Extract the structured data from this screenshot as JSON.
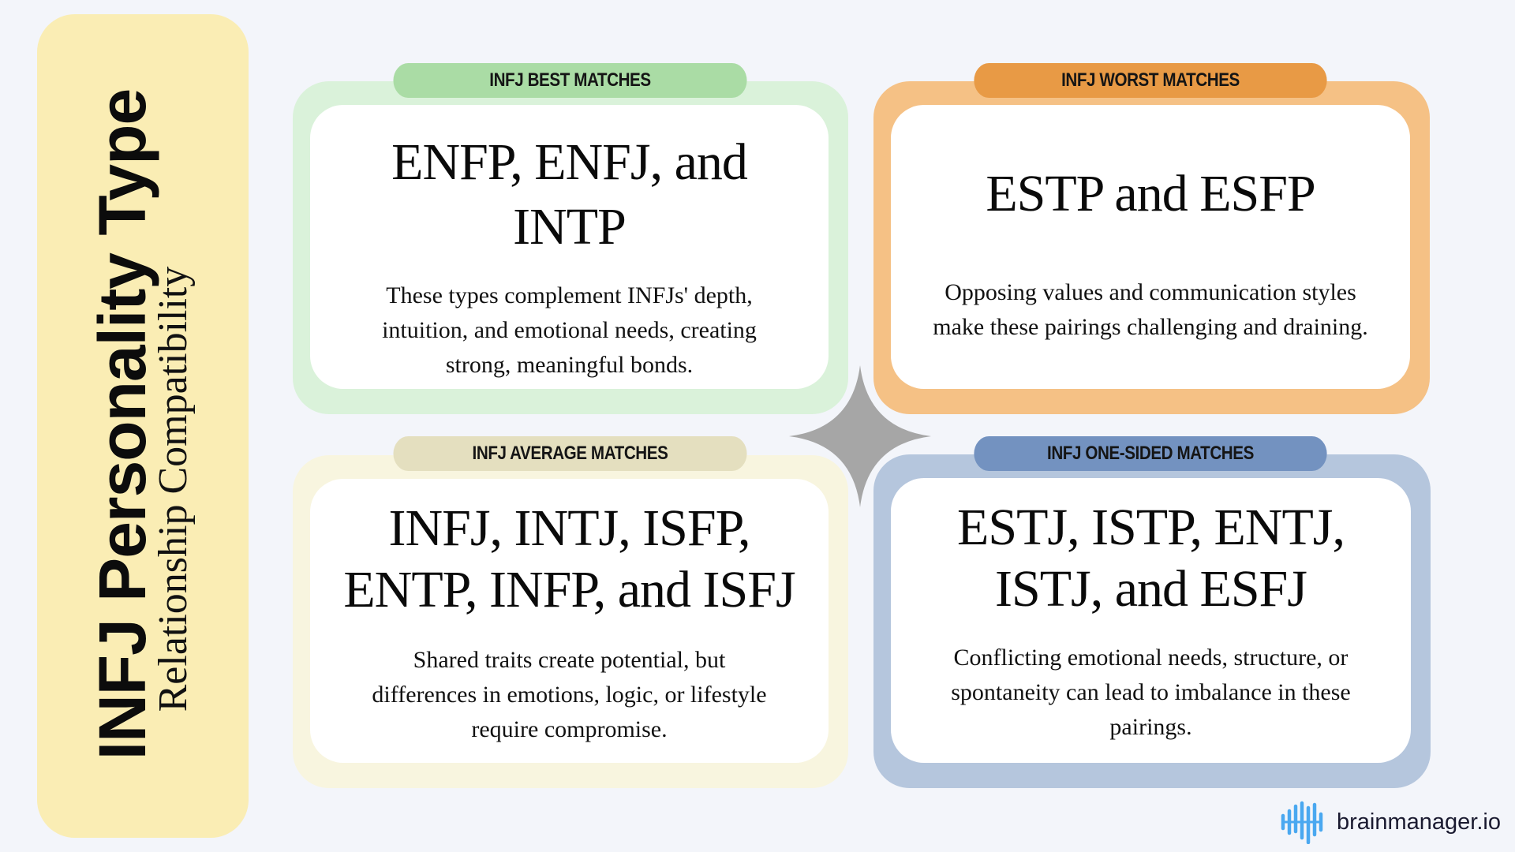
{
  "sidebar": {
    "title": "INFJ Personality Type",
    "subtitle": "Relationship Compatibility"
  },
  "cards": [
    {
      "id": "best",
      "label": "INFJ BEST MATCHES",
      "heading": "ENFP, ENFJ, and INTP",
      "body": "These types complement INFJs' depth, intuition, and emotional needs, creating strong, meaningful bonds.",
      "colors": {
        "outer": "#daf2da",
        "pill": "#aadca5"
      }
    },
    {
      "id": "worst",
      "label": "INFJ WORST MATCHES",
      "heading": "ESTP and ESFP",
      "body": "Opposing values and communication styles make these pairings challenging and draining.",
      "colors": {
        "outer": "#f5c185",
        "pill": "#e89a45"
      }
    },
    {
      "id": "average",
      "label": "INFJ AVERAGE MATCHES",
      "heading": "INFJ, INTJ, ISFP, ENTP, INFP, and ISFJ",
      "body": "Shared traits create potential, but differences in emotions, logic, or lifestyle require compromise.",
      "colors": {
        "outer": "#f8f5df",
        "pill": "#e4dfbf"
      }
    },
    {
      "id": "one-sided",
      "label": "INFJ ONE-SIDED MATCHES",
      "heading": "ESTJ, ISTP, ENTJ, ISTJ, and ESFJ",
      "body": "Conflicting emotional needs, structure, or spontaneity can lead to imbalance in these pairings.",
      "colors": {
        "outer": "#b5c6dd",
        "pill": "#7392c0"
      }
    }
  ],
  "center_icon": "four-point-star-icon",
  "logo": {
    "icon": "soundwave-icon",
    "text": "brainmanager.io",
    "color": "#4aa8f0"
  },
  "colors": {
    "background": "#f3f5fa",
    "sidebar": "#faedb4",
    "star": "#a6a6a6"
  }
}
